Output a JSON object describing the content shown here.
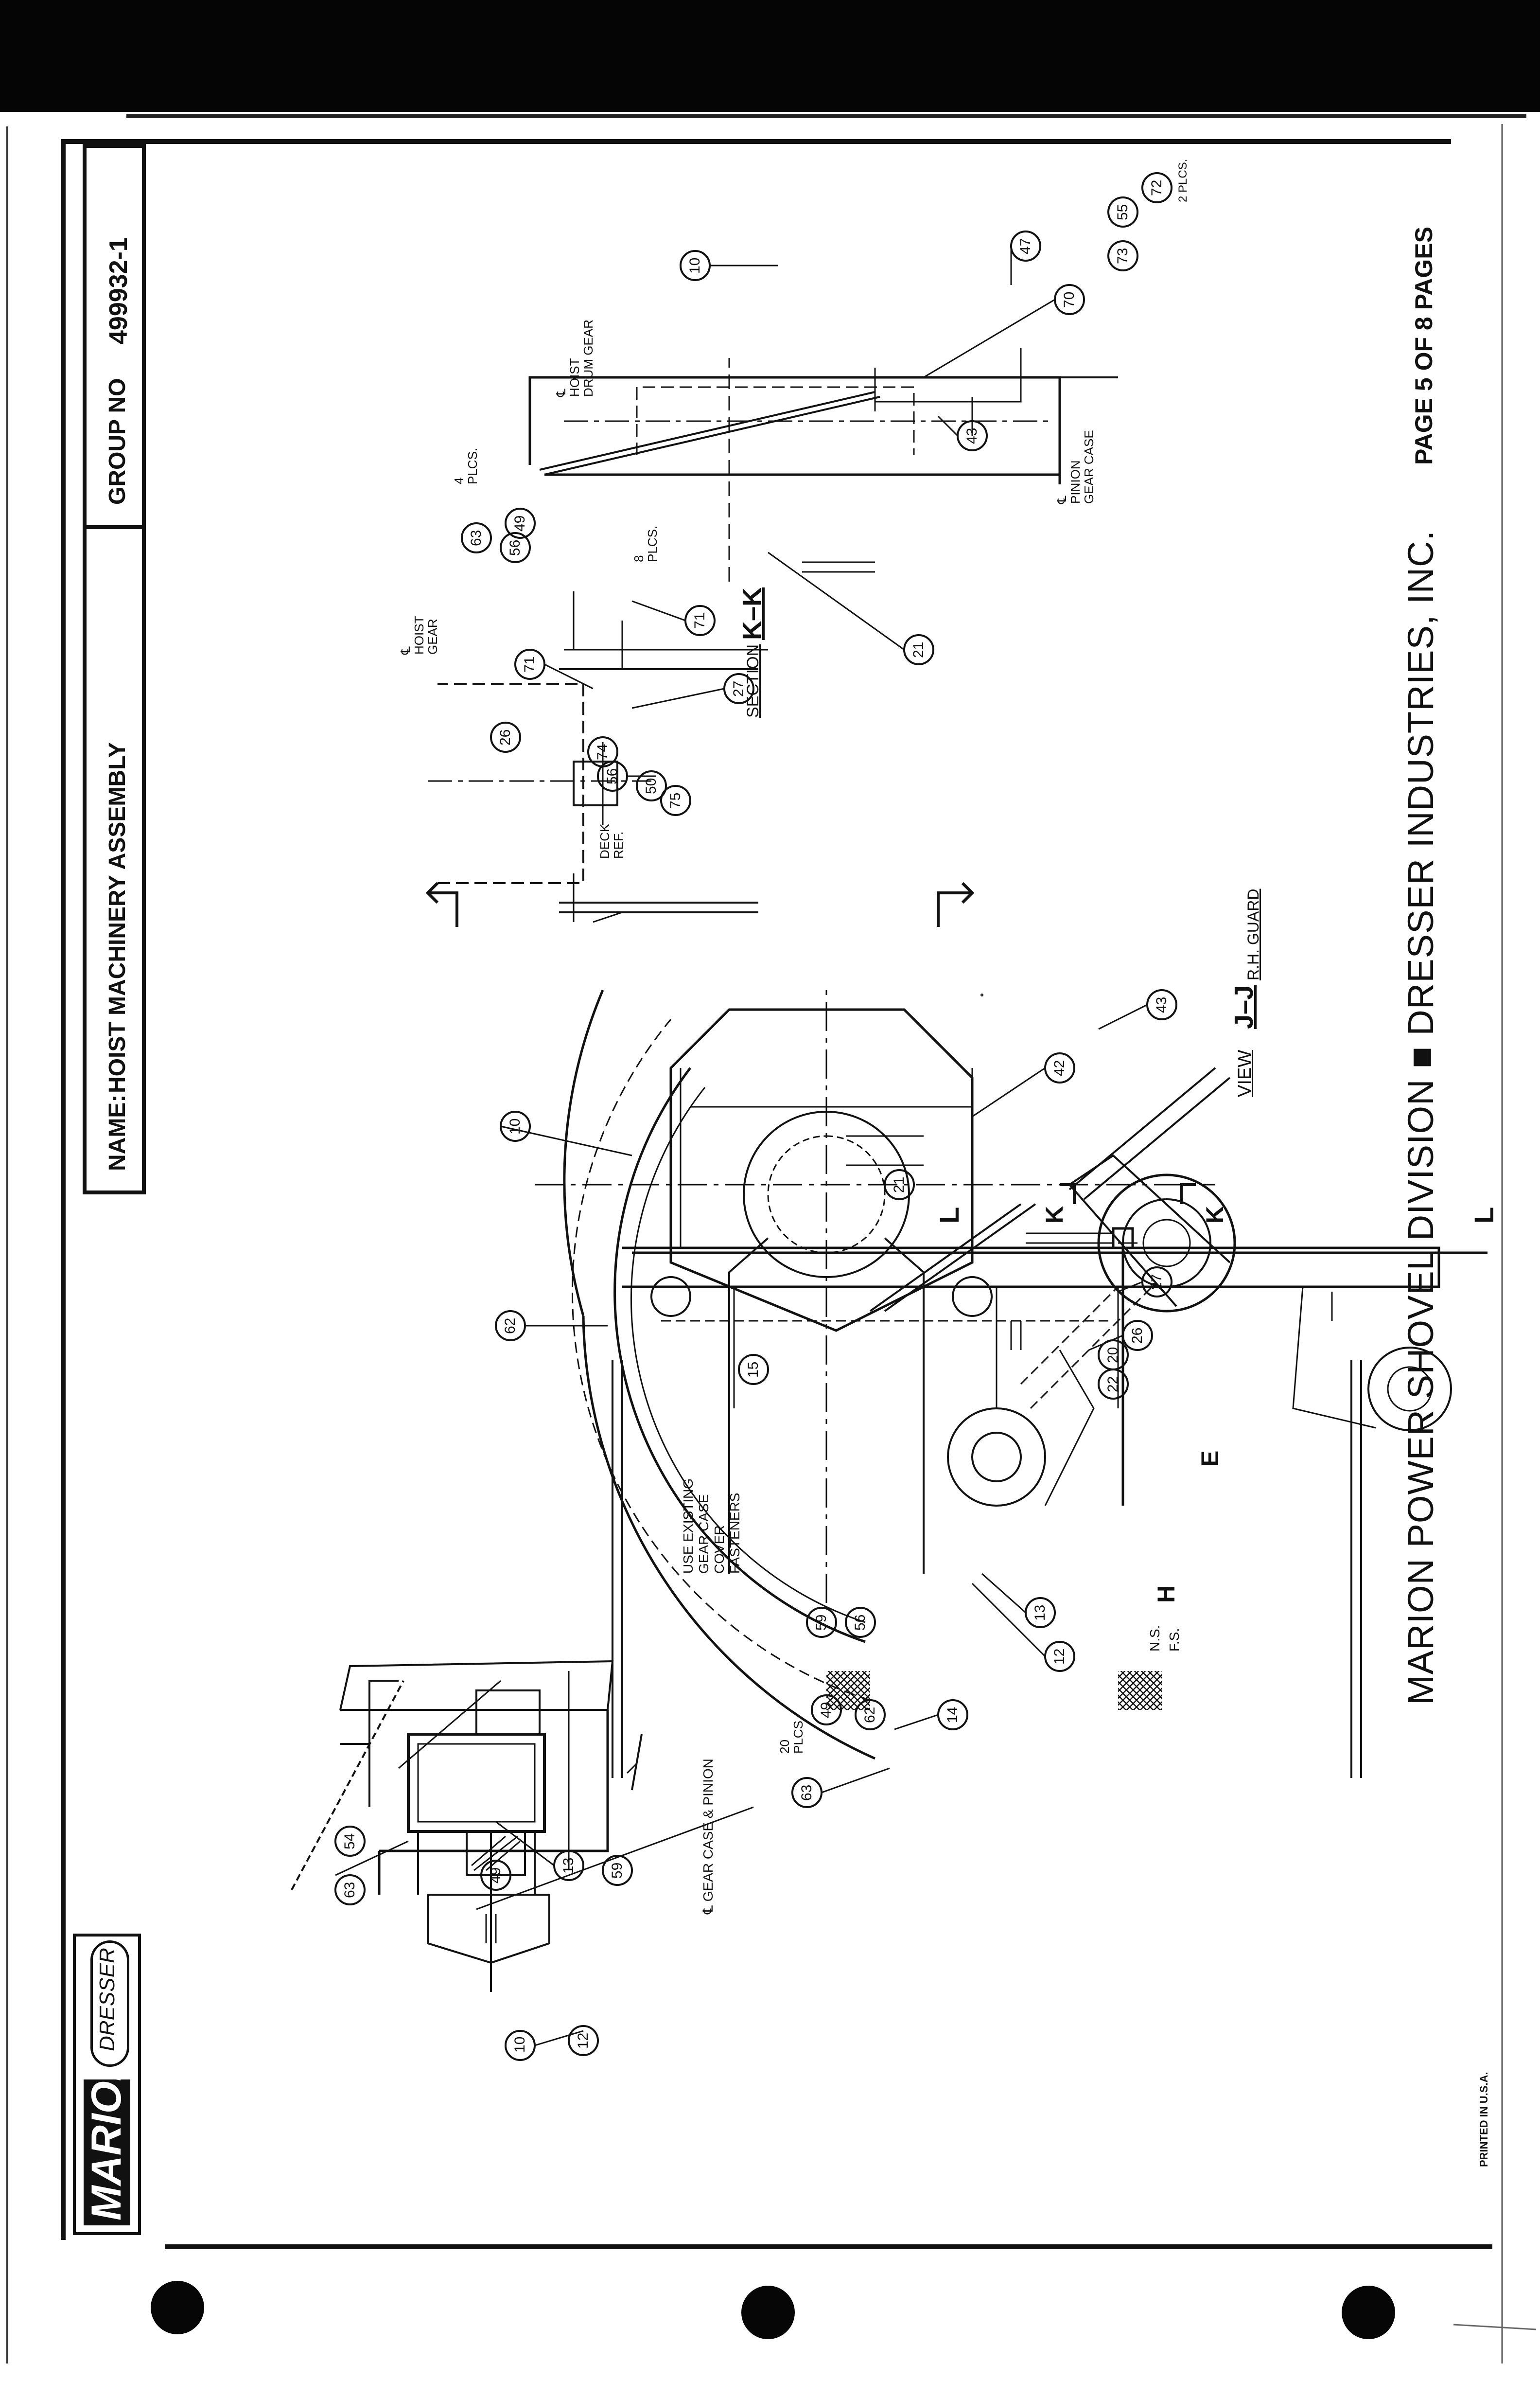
{
  "title_block": {
    "name_label": "NAME:",
    "name_value": "HOIST MACHINERY ASSEMBLY",
    "group_label": "GROUP NO",
    "group_value": "499932-1"
  },
  "logo": {
    "brand": "MARION",
    "sub_brand": "DRESSER"
  },
  "footer": {
    "company": "MARION POWER SHOVEL DIVISION ■ DRESSER INDUSTRIES, INC.",
    "page": "PAGE 5 OF 8 PAGES",
    "printed": "PRINTED IN U.S.A."
  },
  "views": {
    "view_jj_word": "VIEW",
    "view_jj_letters": "J–J",
    "rh_guard": "R.H. GUARD",
    "section_kk_word": "SECTION",
    "section_kk_letters": "K–K"
  },
  "notes": {
    "use_existing": [
      "USE EXISTING",
      "GEAR CASE",
      "COVER",
      "FASTENERS"
    ],
    "twenty_plcs": [
      "20",
      "PLCS"
    ],
    "gear_case_pinion": "℄ GEAR CASE & PINION",
    "hoist_gear": [
      "℄",
      "HOIST",
      "GEAR"
    ],
    "hoist_drum_gear": [
      "℄",
      "HOIST",
      "DRUM GEAR"
    ],
    "pinion_gear_case": [
      "℄",
      "PINION",
      "GEAR CASE"
    ],
    "deck_ref": [
      "DECK",
      "REF."
    ],
    "four_plcs": [
      "4",
      "PLCS."
    ],
    "eight_plcs": [
      "8",
      "PLCS."
    ],
    "two_plcs": "2 PLCS.",
    "ns": "N.S.",
    "fs": "F.S."
  },
  "section_marks": {
    "L": "L",
    "K": "K",
    "H": "H",
    "E": "E"
  },
  "balloons": {
    "detail": [
      "10",
      "63",
      "54",
      "49",
      "12",
      "13",
      "59",
      "62"
    ],
    "view_jj": [
      "10",
      "21",
      "15",
      "43",
      "42",
      "26",
      "27",
      "20",
      "22",
      "12",
      "13",
      "14",
      "63",
      "49",
      "56",
      "59",
      "62"
    ],
    "section_kk": [
      "71",
      "49",
      "63",
      "56",
      "56",
      "50",
      "75",
      "74",
      "27",
      "26",
      "71"
    ],
    "side_view": [
      "10",
      "47",
      "73",
      "55",
      "72",
      "70",
      "43",
      "21"
    ]
  }
}
